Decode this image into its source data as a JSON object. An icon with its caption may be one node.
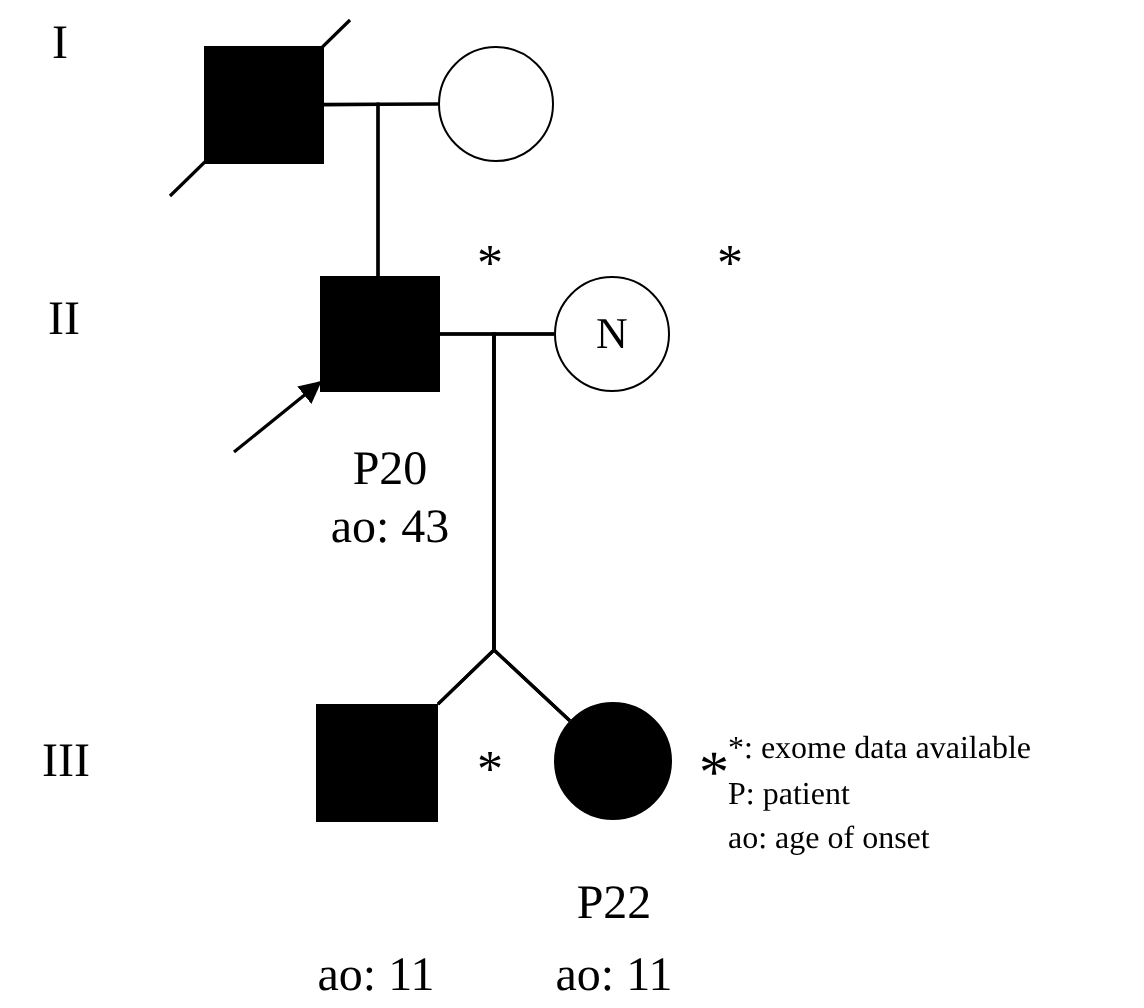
{
  "diagram": {
    "nodes": [
      {
        "text": [],
        "shape": "square"
      },
      {
        "text": [],
        "shape": "circle"
      },
      {
        "text": [],
        "shape": "square",
        "beside": [
          "*",
          "P20",
          "ao: 43"
        ]
      },
      {
        "text": [
          "N"
        ],
        "beside": [
          "*"
        ]
      },
      {
        "text": [],
        "shape": "square",
        "beside": [
          "*",
          "ao: 11"
        ]
      },
      {
        "text": [],
        "shape": "circle",
        "beside": [
          "*",
          "P22",
          "ao: 11"
        ]
      }
    ],
    "edges": [
      {
        "from": 0,
        "to": 1,
        "arrow": "none"
      },
      {
        "from": 0,
        "to": 2,
        "arrow": "none"
      },
      {
        "from": 1,
        "to": 2,
        "arrow": "none"
      },
      {
        "from": 2,
        "to": 3,
        "arrow": "none"
      },
      {
        "from": 2,
        "to": 4,
        "arrow": "none"
      },
      {
        "from": 2,
        "to": 5,
        "arrow": "none"
      },
      {
        "from": 3,
        "to": 4,
        "arrow": "none"
      },
      {
        "from": 3,
        "to": 5,
        "arrow": "none"
      },
      {
        "from": null,
        "to": 2,
        "arrow": "to"
      }
    ],
    "labels": [
      "I",
      "II",
      "III",
      "*: exome data available",
      "P: patient",
      "ao: age of onset"
    ]
  }
}
